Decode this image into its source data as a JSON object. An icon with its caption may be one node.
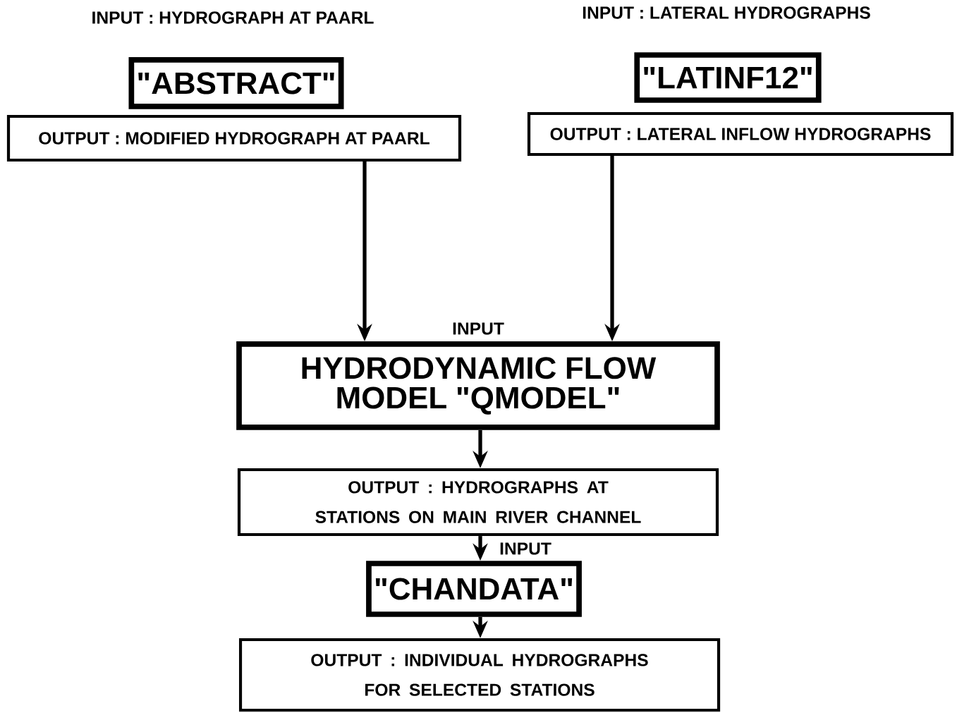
{
  "diagram": {
    "nodes": [
      {
        "text": [
          "\"ABSTRACT\""
        ]
      },
      {
        "text": [
          "OUTPUT : MODIFIED HYDROGRAPH AT PAARL"
        ]
      },
      {
        "text": [
          "\"LATINF12\""
        ]
      },
      {
        "text": [
          "OUTPUT : LATERAL INFLOW HYDROGRAPHS"
        ]
      },
      {
        "text": [
          "HYDRODYNAMIC FLOW MODEL \"QMODEL\""
        ],
        "beside": [
          "INPUT"
        ]
      },
      {
        "text": [
          "OUTPUT : HYDROGRAPHS AT STATIONS ON MAIN RIVER CHANNEL"
        ]
      },
      {
        "text": [
          "\"CHANDATA\""
        ]
      },
      {
        "text": [
          "OUTPUT : INDIVIDUAL HYDROGRAPHS FOR SELECTED STATIONS"
        ]
      }
    ],
    "edges": [
      {
        "from": 1,
        "to": 4,
        "arrow": "to"
      },
      {
        "from": 3,
        "to": 4,
        "arrow": "to"
      },
      {
        "from": 4,
        "to": 5,
        "arrow": "to"
      },
      {
        "from": 5,
        "to": 6,
        "arrow": "to",
        "label": "INPUT"
      },
      {
        "from": 6,
        "to": 7,
        "arrow": "to"
      }
    ],
    "labels": [
      "INPUT : HYDROGRAPH AT PAARL",
      "INPUT : LATERAL HYDROGRAPHS"
    ]
  }
}
